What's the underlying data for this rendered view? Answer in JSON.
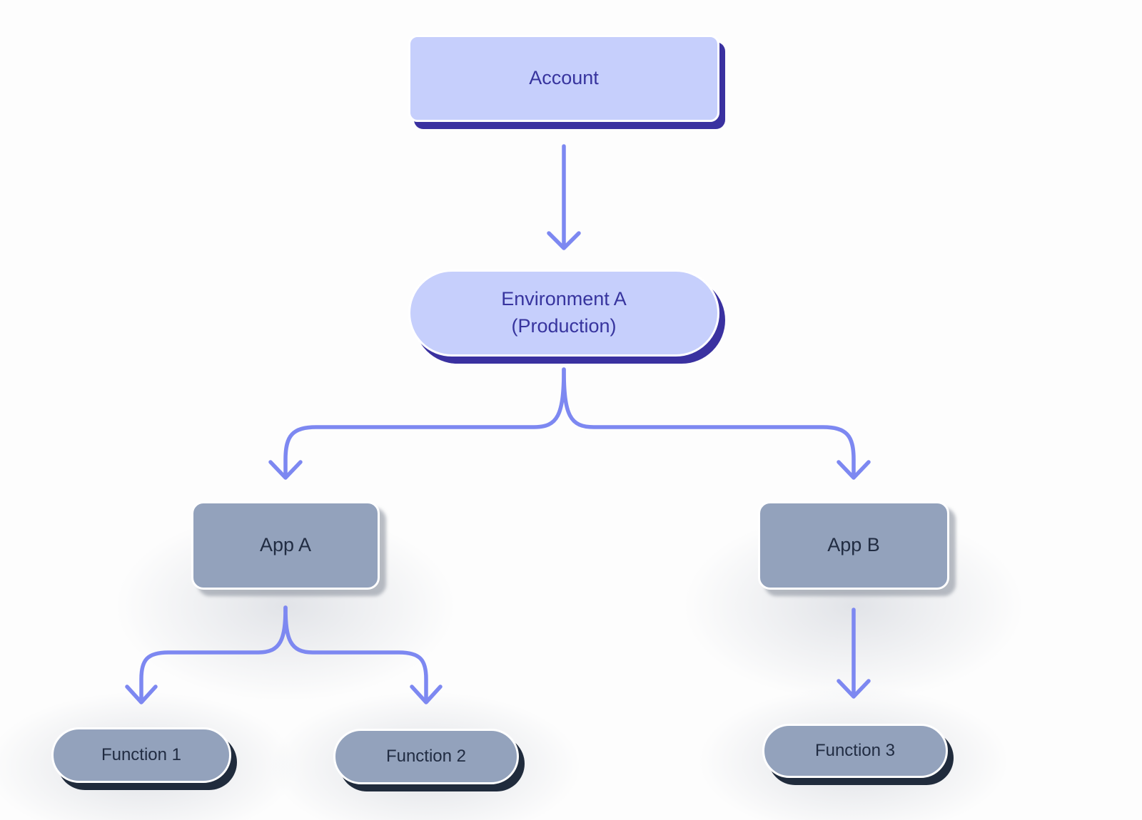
{
  "diagram": {
    "type": "hierarchy-tree",
    "nodes": {
      "account": {
        "label": "Account"
      },
      "environment_a": {
        "label": "Environment A",
        "sublabel": "(Production)"
      },
      "app_a": {
        "label": "App A"
      },
      "app_b": {
        "label": "App B"
      },
      "function_1": {
        "label": "Function 1"
      },
      "function_2": {
        "label": "Function 2"
      },
      "function_3": {
        "label": "Function 3"
      }
    },
    "edges": [
      {
        "from": "Account",
        "to": "Environment A (Production)"
      },
      {
        "from": "Environment A (Production)",
        "to": "App A"
      },
      {
        "from": "Environment A (Production)",
        "to": "App B"
      },
      {
        "from": "App A",
        "to": "Function 1"
      },
      {
        "from": "App A",
        "to": "Function 2"
      },
      {
        "from": "App B",
        "to": "Function 3"
      }
    ]
  },
  "colors": {
    "node_purple_fill": "#c6cffc",
    "node_purple_text": "#37349e",
    "node_purple_shadow": "#3a31a0",
    "node_gray_fill": "#93a2bc",
    "node_gray_text": "#212c42",
    "function_shadow": "#202b3c",
    "arrow_color": "#7d88f1",
    "background": "#fdfdfd"
  }
}
